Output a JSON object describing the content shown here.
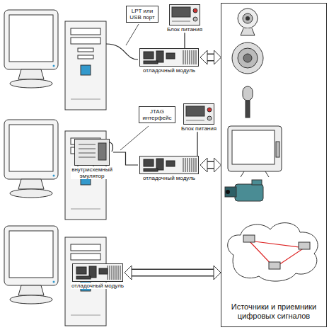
{
  "diagram": {
    "nodes": [
      {
        "text": [
          "LPT или USB порт"
        ]
      },
      {
        "text": [
          "Блок питания"
        ]
      },
      {
        "text": [
          "отладочный модуль"
        ]
      },
      {
        "text": [
          "JTAG интерфейс"
        ]
      },
      {
        "text": [
          "Блок питания"
        ]
      },
      {
        "text": [
          "внутрисхемный эмулятор"
        ]
      },
      {
        "text": [
          "отладочный модуль"
        ]
      },
      {
        "text": [
          "отладочный модуль"
        ]
      },
      {
        "text": [
          "Источники и приемники цифровых сигналов"
        ]
      }
    ],
    "edges": [
      {
        "from": 1,
        "to": 2,
        "arrow": "none"
      },
      {
        "from": 2,
        "to": 8,
        "arrow": "both"
      },
      {
        "from": 4,
        "to": 6,
        "arrow": "none"
      },
      {
        "from": 5,
        "to": 6,
        "arrow": "none"
      },
      {
        "from": 6,
        "to": 8,
        "arrow": "both"
      },
      {
        "from": 7,
        "to": 8,
        "arrow": "both"
      }
    ]
  }
}
